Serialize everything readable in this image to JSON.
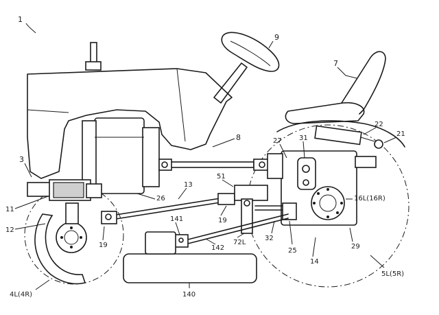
{
  "labels": {
    "l1": "1",
    "l9": "9",
    "l7": "7",
    "l8": "8",
    "l3": "3",
    "l27": "27",
    "l31": "31",
    "l22": "22",
    "l21": "21",
    "l13": "13",
    "l51": "51",
    "l26": "26",
    "l11": "11",
    "l12": "12",
    "l16": "16L(16R)",
    "l19a": "19",
    "l19b": "19",
    "l141": "141",
    "l142": "142",
    "l72l": "72L",
    "l32": "32",
    "l25": "25",
    "l14": "14",
    "l29": "29",
    "l4": "4L(4R)",
    "l140": "140",
    "l5": "5L(5R)"
  }
}
